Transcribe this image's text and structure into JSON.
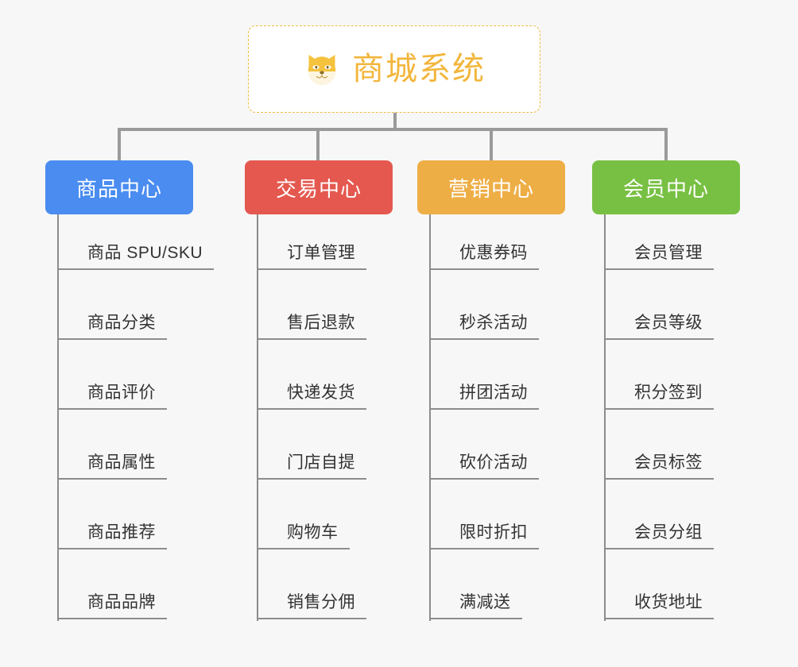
{
  "page": {
    "background_color": "#f7f7f7",
    "type": "mind-map"
  },
  "root": {
    "title": "商城系统",
    "icon": "shiba-dog-face-icon",
    "title_color": "#f2b63c",
    "border_color": "#f0b840",
    "background_color": "#ffffff"
  },
  "branches": [
    {
      "label": "商品中心",
      "color": "#4a8cf0",
      "leaves": [
        "商品 SPU/SKU",
        "商品分类",
        "商品评价",
        "商品属性",
        "商品推荐",
        "商品品牌"
      ]
    },
    {
      "label": "交易中心",
      "color": "#e4584f",
      "leaves": [
        "订单管理",
        "售后退款",
        "快递发货",
        "门店自提",
        "购物车",
        "销售分佣"
      ]
    },
    {
      "label": "营销中心",
      "color": "#eeae46",
      "leaves": [
        "优惠券码",
        "秒杀活动",
        "拼团活动",
        "砍价活动",
        "限时折扣",
        "满减送"
      ]
    },
    {
      "label": "会员中心",
      "color": "#78c043",
      "leaves": [
        "会员管理",
        "会员等级",
        "积分签到",
        "会员标签",
        "会员分组",
        "收货地址"
      ]
    }
  ],
  "layout": {
    "connector_color": "#9a9a9a",
    "leaf_line_color": "#8c8c8c",
    "branch_x": [
      57,
      308,
      525,
      745
    ],
    "branch_w": [
      186,
      186,
      186,
      186
    ],
    "drop_x": [
      148,
      398,
      616,
      836
    ],
    "leaf_ys": [
      70,
      158,
      246,
      334,
      422,
      510
    ]
  }
}
